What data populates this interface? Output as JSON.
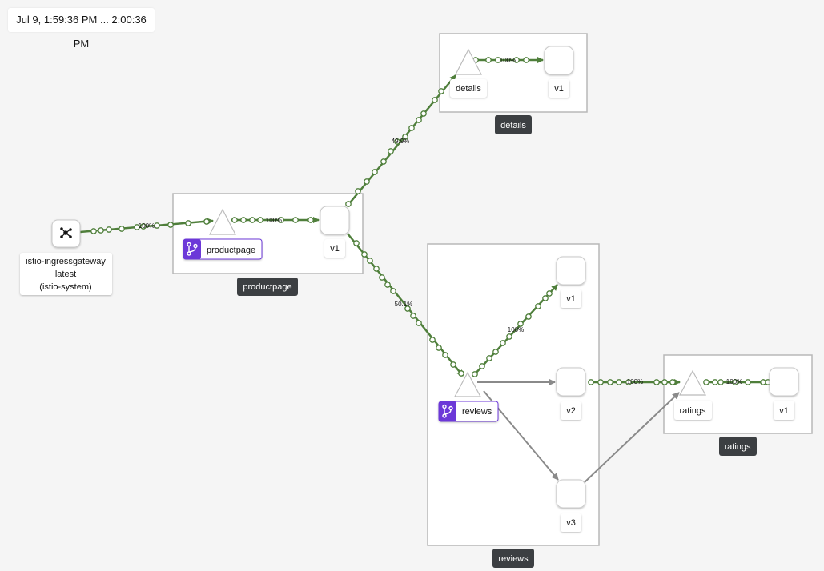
{
  "timestamp": "Jul 9, 1:59:36 PM ... 2:00:36 PM",
  "gateway": {
    "lines": [
      "istio-ingressgateway",
      "latest",
      "(istio-system)"
    ],
    "icon": "gateway-icon"
  },
  "apps": {
    "productpage": {
      "box_label": "productpage",
      "service_label": "productpage",
      "versions": [
        "v1"
      ]
    },
    "details": {
      "box_label": "details",
      "service_label": "details",
      "versions": [
        "v1"
      ]
    },
    "reviews": {
      "box_label": "reviews",
      "service_label": "reviews",
      "versions": [
        "v1",
        "v2",
        "v3"
      ]
    },
    "ratings": {
      "box_label": "ratings",
      "service_label": "ratings",
      "versions": [
        "v1"
      ]
    }
  },
  "edges": {
    "gateway_to_productpage": "100%",
    "productpage_svc_to_v1": "100%",
    "productpage_to_details": "49.9%",
    "productpage_to_reviews": "50.1%",
    "details_svc_to_v1": "100%",
    "reviews_to_v1": "100%",
    "reviews_v2_to_ratings": "100%",
    "ratings_svc_to_v1": "100%"
  },
  "colors": {
    "traffic_green": "#4f7f3b",
    "idle_grey": "#8a8a8a",
    "virtual_service_purple": "#6c38d8",
    "label_dark": "#3c3f42"
  }
}
